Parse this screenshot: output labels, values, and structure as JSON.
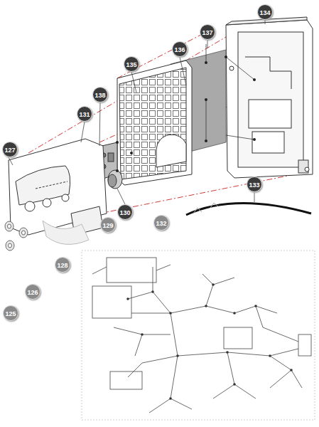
{
  "diagram": {
    "labels": [
      "134",
      "137",
      "136",
      "135",
      "131",
      "138",
      "127",
      "133",
      "130",
      "129",
      "132",
      "128",
      "126",
      "125"
    ]
  }
}
